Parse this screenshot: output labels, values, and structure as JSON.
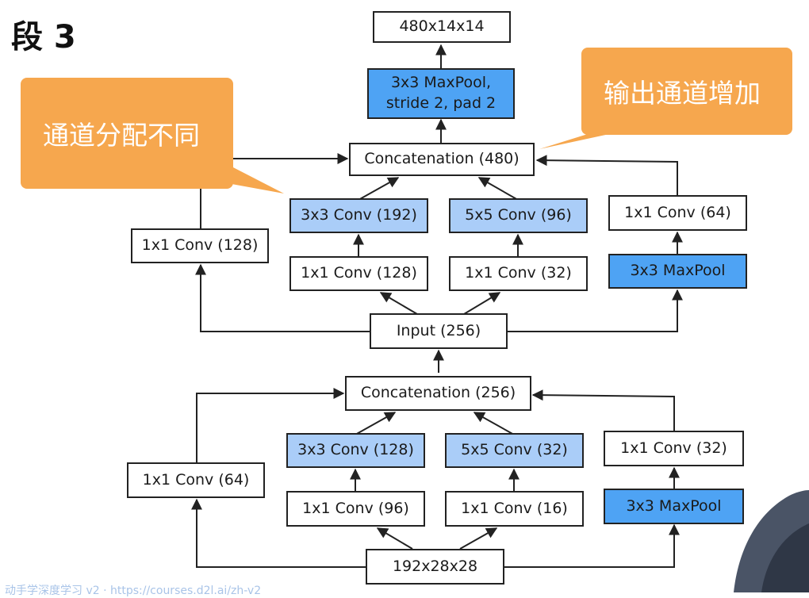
{
  "title": "段 3",
  "callouts": {
    "left": "通道分配不同",
    "right": "输出通道增加"
  },
  "upper_block": {
    "output": "480x14x14",
    "maxpool_out": "3x3 MaxPool,\nstride 2, pad 2",
    "concat": "Concatenation (480)",
    "b1_conv": "1x1 Conv (128)",
    "b2_conv3": "3x3 Conv (192)",
    "b2_conv1": "1x1 Conv (128)",
    "b3_conv5": "5x5 Conv (96)",
    "b3_conv1": "1x1 Conv (32)",
    "b4_conv1": "1x1 Conv (64)",
    "b4_pool": "3x3 MaxPool",
    "input": "Input (256)"
  },
  "lower_block": {
    "concat": "Concatenation (256)",
    "b1_conv": "1x1 Conv (64)",
    "b2_conv3": "3x3 Conv (128)",
    "b2_conv1": "1x1 Conv (96)",
    "b3_conv5": "5x5 Conv (32)",
    "b3_conv1": "1x1 Conv (16)",
    "b4_conv1": "1x1 Conv (32)",
    "b4_pool": "3x3 MaxPool",
    "input": "192x28x28"
  },
  "colors": {
    "light_blue": "#aacdf8",
    "dark_blue": "#4ea3f4",
    "callout": "#f6a74e"
  },
  "footer": "动手学深度学习 v2 · https://courses.d2l.ai/zh-v2"
}
